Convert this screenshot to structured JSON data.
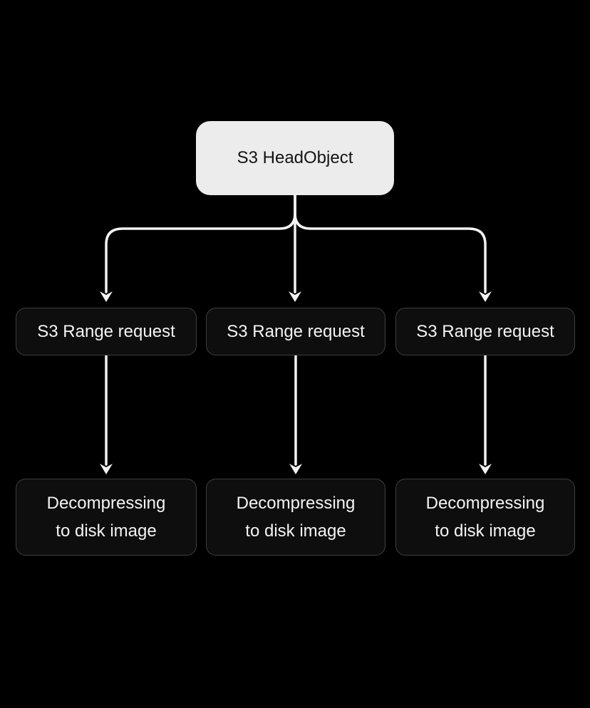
{
  "diagram": {
    "background": "#000000",
    "colors": {
      "arrow": "#f2f2f2",
      "root_node_bg": "#ececec",
      "root_node_text": "#141414",
      "dark_node_bg": "#0e0e0e",
      "dark_node_border": "#3f3f3f",
      "dark_node_text": "#f4f4f4"
    },
    "root": {
      "label": "S3 HeadObject"
    },
    "middle_row": [
      {
        "label": "S3 Range request"
      },
      {
        "label": "S3 Range request"
      },
      {
        "label": "S3 Range request"
      }
    ],
    "bottom_row": [
      {
        "label": "Decompressing to disk image",
        "line1": "Decompressing",
        "line2": "to disk image"
      },
      {
        "label": "Decompressing to disk image",
        "line1": "Decompressing",
        "line2": "to disk image"
      },
      {
        "label": "Decompressing to disk image",
        "line1": "Decompressing",
        "line2": "to disk image"
      }
    ]
  }
}
